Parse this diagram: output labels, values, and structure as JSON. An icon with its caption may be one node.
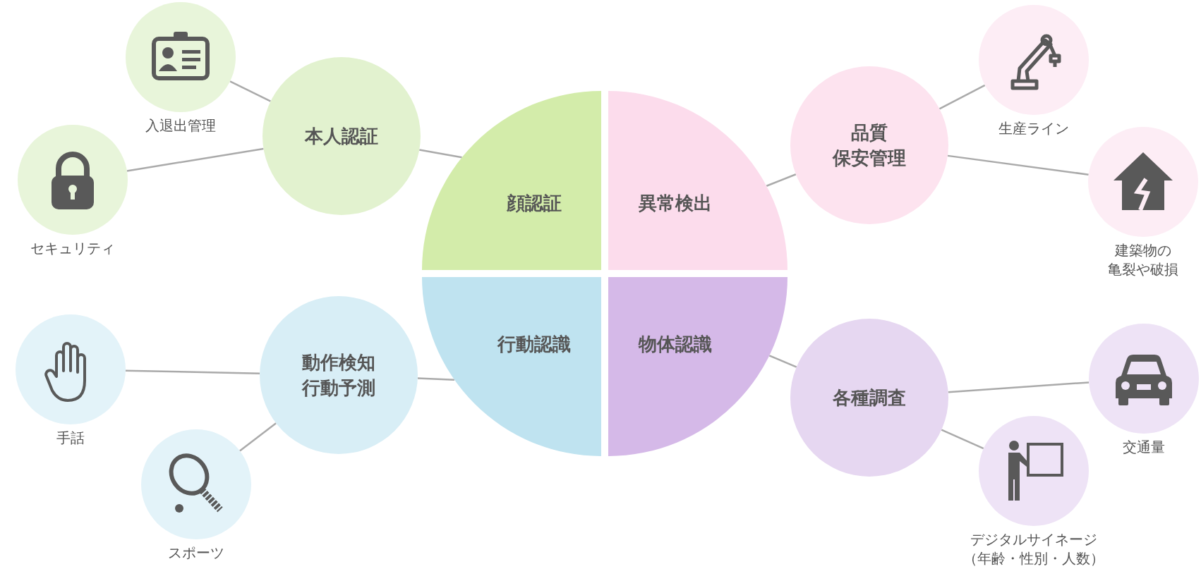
{
  "diagram": {
    "nodes": [
      {
        "text": [
          "顔認証"
        ]
      },
      {
        "text": [
          "異常検出"
        ]
      },
      {
        "text": [
          "行動認識"
        ]
      },
      {
        "text": [
          "物体認識"
        ]
      },
      {
        "text": [
          "本人認証"
        ]
      },
      {
        "text": [
          "入退出管理"
        ]
      },
      {
        "text": [
          "セキュリティ"
        ]
      },
      {
        "text": [
          "品質保安管理"
        ]
      },
      {
        "text": [
          "生産ライン"
        ]
      },
      {
        "text": [
          "建築物の亀裂や破損"
        ]
      },
      {
        "text": [
          "動作検知行動予測"
        ]
      },
      {
        "text": [
          "手話"
        ]
      },
      {
        "text": [
          "スポーツ"
        ]
      },
      {
        "text": [
          "各種調査"
        ]
      },
      {
        "text": [
          "交通量"
        ]
      },
      {
        "text": [
          "デジタルサイネージ（年齢・性別・人数）"
        ]
      }
    ],
    "edges": [
      {
        "from": 0,
        "to": 4,
        "arrow": "none"
      },
      {
        "from": 4,
        "to": 5,
        "arrow": "none"
      },
      {
        "from": 4,
        "to": 6,
        "arrow": "none"
      },
      {
        "from": 1,
        "to": 7,
        "arrow": "none"
      },
      {
        "from": 7,
        "to": 8,
        "arrow": "none"
      },
      {
        "from": 7,
        "to": 9,
        "arrow": "none"
      },
      {
        "from": 2,
        "to": 10,
        "arrow": "none"
      },
      {
        "from": 10,
        "to": 11,
        "arrow": "none"
      },
      {
        "from": 10,
        "to": 12,
        "arrow": "none"
      },
      {
        "from": 3,
        "to": 13,
        "arrow": "none"
      },
      {
        "from": 13,
        "to": 14,
        "arrow": "none"
      },
      {
        "from": 13,
        "to": 15,
        "arrow": "none"
      }
    ]
  }
}
